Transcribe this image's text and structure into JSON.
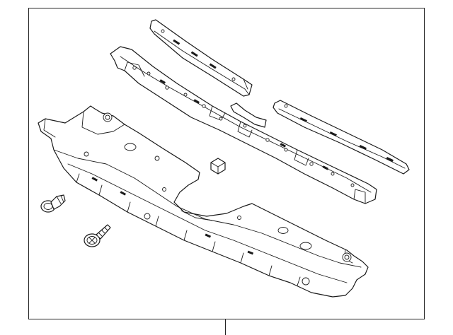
{
  "diagram": {
    "parts": [
      {
        "name": "upper-side-seal-strip"
      },
      {
        "name": "radiator-support-upper-bracket"
      },
      {
        "name": "small-foam-seal"
      },
      {
        "name": "right-side-seal-strip"
      },
      {
        "name": "push-pin-clip"
      },
      {
        "name": "tapping-screw"
      },
      {
        "name": "square-nut"
      },
      {
        "name": "radiator-support-cover"
      }
    ],
    "colors": {
      "line": "#1a1a1a",
      "background": "#ffffff"
    }
  }
}
